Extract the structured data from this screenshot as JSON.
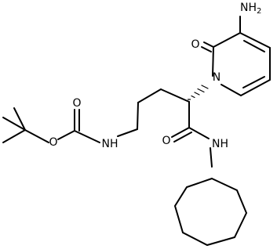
{
  "molecule": {
    "atom_labels": {
      "nh2": "NH2",
      "ketone_o": "O",
      "ring_n": "N",
      "amide_o": "O",
      "amide_nh": "NH",
      "carbamate_o_ester": "O",
      "carbamate_o_keto": "O",
      "carbamate_nh": "NH"
    }
  },
  "colors": {
    "background": "#ffffff",
    "bond": "#000000",
    "label": "#000000"
  }
}
